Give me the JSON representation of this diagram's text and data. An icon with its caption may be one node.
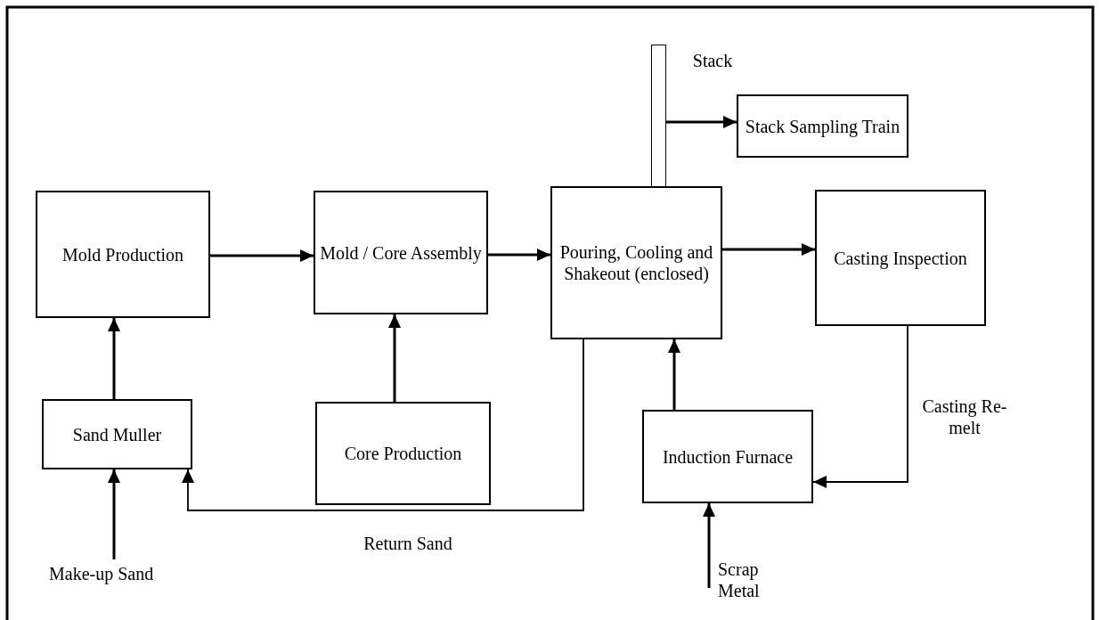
{
  "diagram": {
    "nodes": [
      {
        "text": [
          "Mold Production"
        ]
      },
      {
        "text": [
          "Mold / Core Assembly"
        ]
      },
      {
        "text": [
          "Pouring, Cooling and Shakeout (enclosed)"
        ]
      },
      {
        "text": [
          "Casting Inspection"
        ]
      },
      {
        "text": [
          "Stack Sampling Train"
        ]
      },
      {
        "text": [],
        "shape": "bar",
        "beside": [
          "Stack"
        ]
      },
      {
        "text": [
          "Sand Muller"
        ]
      },
      {
        "text": [
          "Core Production"
        ]
      },
      {
        "text": [
          "Induction Furnace"
        ]
      },
      {
        "text": [
          "Make-up Sand"
        ]
      },
      {
        "text": [
          "Scrap Metal"
        ]
      }
    ],
    "edges": [
      {
        "from": 0,
        "to": 1,
        "arrow": "to"
      },
      {
        "from": 1,
        "to": 2,
        "arrow": "to"
      },
      {
        "from": 2,
        "to": 3,
        "arrow": "to"
      },
      {
        "from": 5,
        "to": 4,
        "arrow": "to"
      },
      {
        "from": 6,
        "to": 0,
        "arrow": "to"
      },
      {
        "from": 7,
        "to": 1,
        "arrow": "to"
      },
      {
        "from": 8,
        "to": 2,
        "arrow": "to"
      },
      {
        "from": 9,
        "to": 6,
        "arrow": "to"
      },
      {
        "from": 2,
        "to": 6,
        "arrow": "to",
        "label": "Return Sand"
      },
      {
        "from": 3,
        "to": 8,
        "arrow": "to",
        "label": "Casting Re-melt"
      },
      {
        "from": 10,
        "to": 8,
        "arrow": "to"
      }
    ]
  }
}
